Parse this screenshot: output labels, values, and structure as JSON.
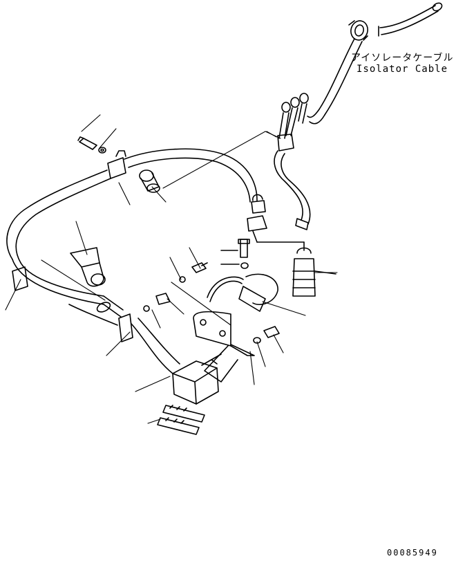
{
  "callout": {
    "label_jp": "アイソレータケーブル",
    "label_en": "Isolator Cable"
  },
  "drawing_number": "00085949"
}
